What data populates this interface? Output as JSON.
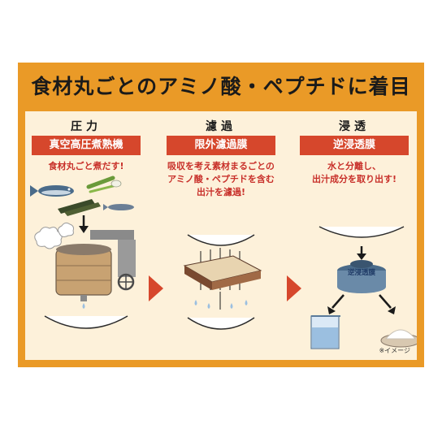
{
  "title": "食材丸ごとのアミノ酸・ペプチドに着目",
  "steps": [
    {
      "heading": "圧力",
      "label": "真空高圧煮熟機",
      "desc": [
        "食材丸ごと煮だす!"
      ]
    },
    {
      "heading": "濾過",
      "label": "限外濾過膜",
      "desc": [
        "吸収を考え素材まるごとの",
        "アミノ酸・ペプチドを含む",
        "出汁を濾過!"
      ]
    },
    {
      "heading": "浸透",
      "label": "逆浸透膜",
      "desc": [
        "水と分離し、",
        "出汁成分を取り出す!"
      ]
    }
  ],
  "ro_membrane_label": "逆浸透膜",
  "note": "※イメージ",
  "colors": {
    "frame": "#ea9a27",
    "panel": "#fdf1da",
    "label_bg": "#d6472c",
    "accent_text": "#c8302a",
    "chevron": "#d6472c"
  }
}
